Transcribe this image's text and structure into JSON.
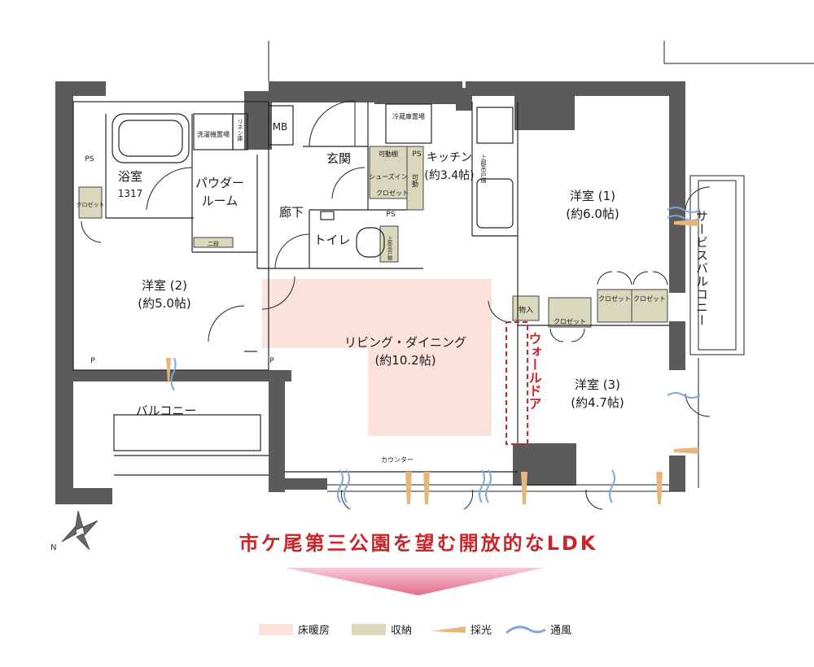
{
  "rooms": {
    "bath": {
      "name": "浴室",
      "size": "1317"
    },
    "powder": {
      "line1": "パウダー",
      "line2": "ルーム"
    },
    "entrance": "玄関",
    "hallway": "廊下",
    "toilet": "トイレ",
    "kitchen": {
      "name": "キッチン",
      "size": "(約3.4帖)"
    },
    "western1": {
      "name": "洋室 (1)",
      "size": "(約6.0帖)"
    },
    "western2": {
      "name": "洋室 (2)",
      "size": "(約5.0帖)"
    },
    "western3": {
      "name": "洋室 (3)",
      "size": "(約4.7帖)"
    },
    "ldk": {
      "name": "リビング・ダイニング",
      "size": "(約10.2帖)"
    },
    "balcony": "バルコニー",
    "service_balcony": "サービスバルコニー"
  },
  "small_labels": {
    "mb": "MB",
    "ps": "PS",
    "p": "P",
    "closet": "クロゼット",
    "shoes_in": "シューズイン",
    "movable_shelf": "可動棚",
    "movable": "可動",
    "storage": "物入",
    "counter": "カウンター",
    "walldoor": "ウォールドア",
    "fridge": "冷蔵庫置場",
    "washer": "洗濯機置場",
    "linen": "リネン庫",
    "two_stage": "二段",
    "upper_cabinet": "上部吊戸棚",
    "upper_shelf": "上部吊戸棚"
  },
  "headline": "市ケ尾第三公園を望む開放的なLDK",
  "legend": [
    {
      "label": "床暖房",
      "color": "#fbe3dc"
    },
    {
      "label": "収納",
      "color": "#d9d8bc"
    },
    {
      "label": "採光",
      "color": "#e6b77a"
    },
    {
      "label": "通風",
      "color": "#7fa8d8"
    }
  ],
  "colors": {
    "wall": "#5b5b5b",
    "accent": "#c8262b",
    "floor_heat": "#fbe3dc",
    "storage": "#d9d8bc"
  }
}
